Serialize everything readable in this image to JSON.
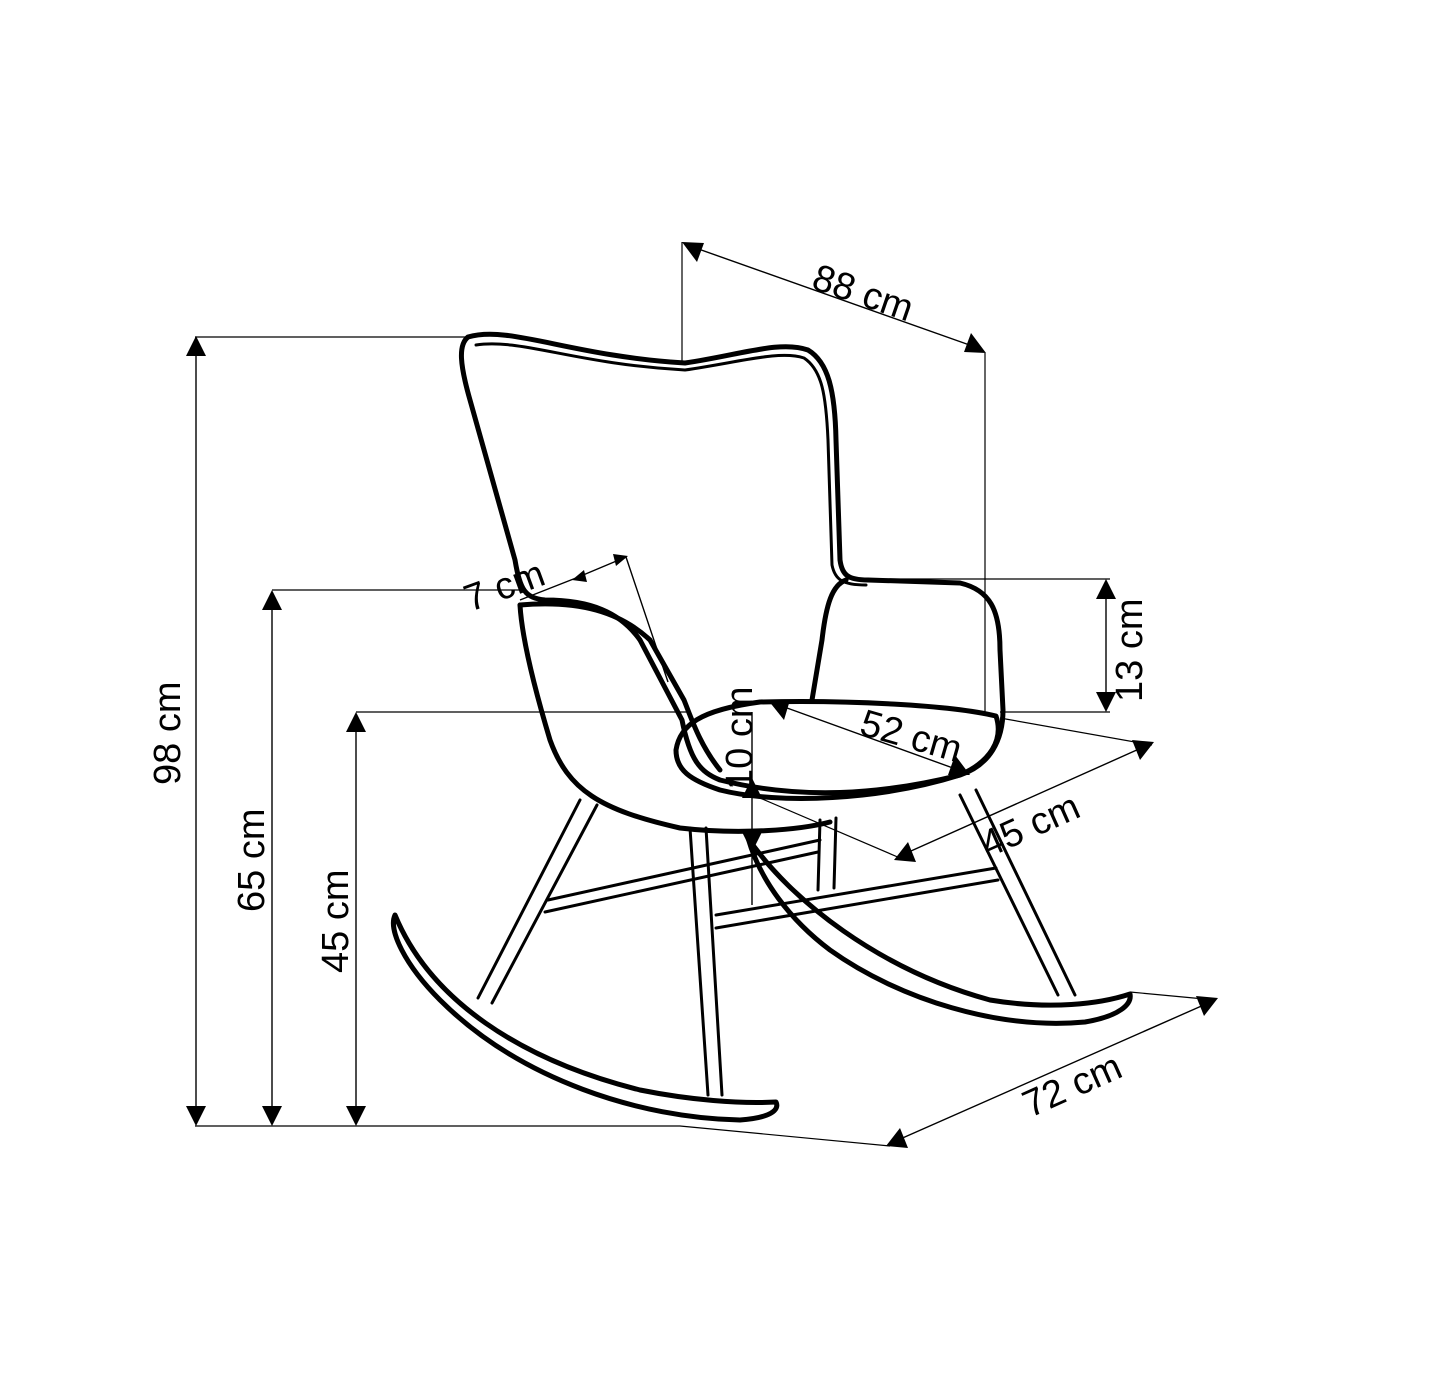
{
  "diagram": {
    "colors": {
      "line": "#000000",
      "background": "#ffffff"
    },
    "dimensions": {
      "depth_top": "88 cm",
      "total_height": "98 cm",
      "armrest_height": "65 cm",
      "seat_height": "45 cm",
      "armrest_width": "7 cm",
      "armrest_above_seat": "13 cm",
      "seat_thickness": "10 cm",
      "seat_width": "52 cm",
      "seat_depth": "45 cm",
      "base_width": "72 cm"
    }
  }
}
